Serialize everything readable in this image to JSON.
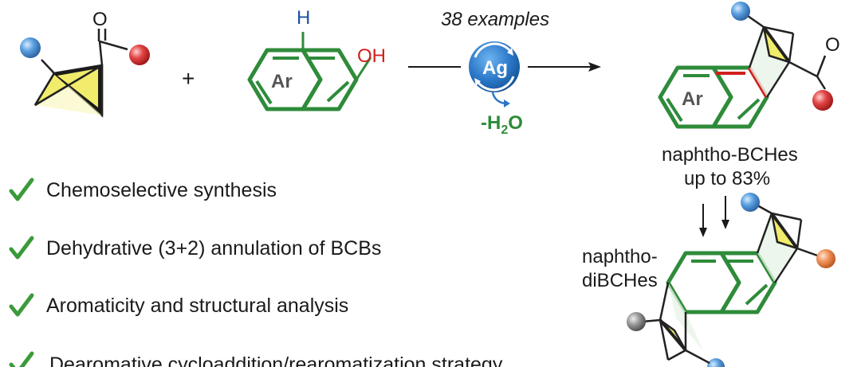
{
  "reaction": {
    "plus": "+",
    "examples": "38 examples",
    "catalyst": "Ag",
    "byproduct": {
      "prefix": "-H",
      "subscript": "2",
      "suffix": "O"
    },
    "reactant2": {
      "ring_label": "Ar",
      "h_label": "H",
      "oh_label": "OH"
    },
    "reactant1": {
      "carbonyl_o": "O"
    },
    "product": {
      "ring_label": "Ar",
      "carbonyl_o": "O",
      "name": "naphtho-BCHes",
      "yield": "up to 83%"
    },
    "second_product": {
      "name_line1": "naphtho-",
      "name_line2": "diBCHes"
    }
  },
  "bullets": [
    {
      "text": "Chemoselective synthesis"
    },
    {
      "text": "Dehydrative (3+2) annulation of BCBs"
    },
    {
      "text": "Aromaticity and structural analysis"
    },
    {
      "text": "Dearomative cycloaddition/rearomatization strategy"
    }
  ],
  "colors": {
    "ring_green": "#2e8b3a",
    "check_green": "#3a9a3a",
    "sphere_blue": "#4f94d8",
    "sphere_red": "#e03a3a",
    "sphere_orange": "#ef8a4e",
    "sphere_gray": "#8e8e8e",
    "catalyst_blue": "#2a77c8",
    "wedge_yellow": "#f1ec6c",
    "heteroatom_red": "#d0211d",
    "hydrogen_blue": "#1f4fa3"
  }
}
